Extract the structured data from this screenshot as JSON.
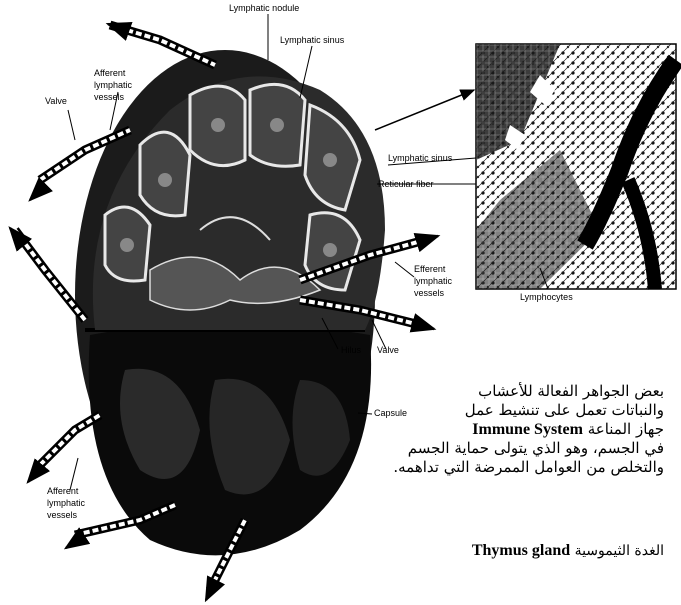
{
  "diagram": {
    "labels": {
      "lymphatic_nodule": "Lymphatic nodule",
      "lymphatic_sinus_top": "Lymphatic sinus",
      "afferent_top_1": "Afferent",
      "afferent_top_2": "lymphatic",
      "afferent_top_3": "vessels",
      "valve_left": "Valve",
      "lymphatic_sinus_right": "Lymphatic sinus",
      "reticular_fiber": "Reticular fiber",
      "efferent_1": "Efferent",
      "efferent_2": "lymphatic",
      "efferent_3": "vessels",
      "lymphocytes": "Lymphocytes",
      "hilus": "Hilus",
      "valve_right": "Valve",
      "capsule": "Capsule",
      "afferent_bottom_1": "Afferent",
      "afferent_bottom_2": "lymphatic",
      "afferent_bottom_3": "vessels"
    }
  },
  "text": {
    "line1": "بعض الجواهر الفعالة للأعشاب",
    "line2": "والنباتات تعمل على تنشيط عمل",
    "line3_ar": "جهاز المناعة",
    "line3_en": "Immune System",
    "line4": "في الجسم، وهو الذي يتولى حماية الجسم",
    "line5": "والتخلص من العوامل الممرضة التي تداهمه."
  },
  "caption": {
    "ar": "الغدة الثيموسية",
    "en": "Thymus gland"
  }
}
